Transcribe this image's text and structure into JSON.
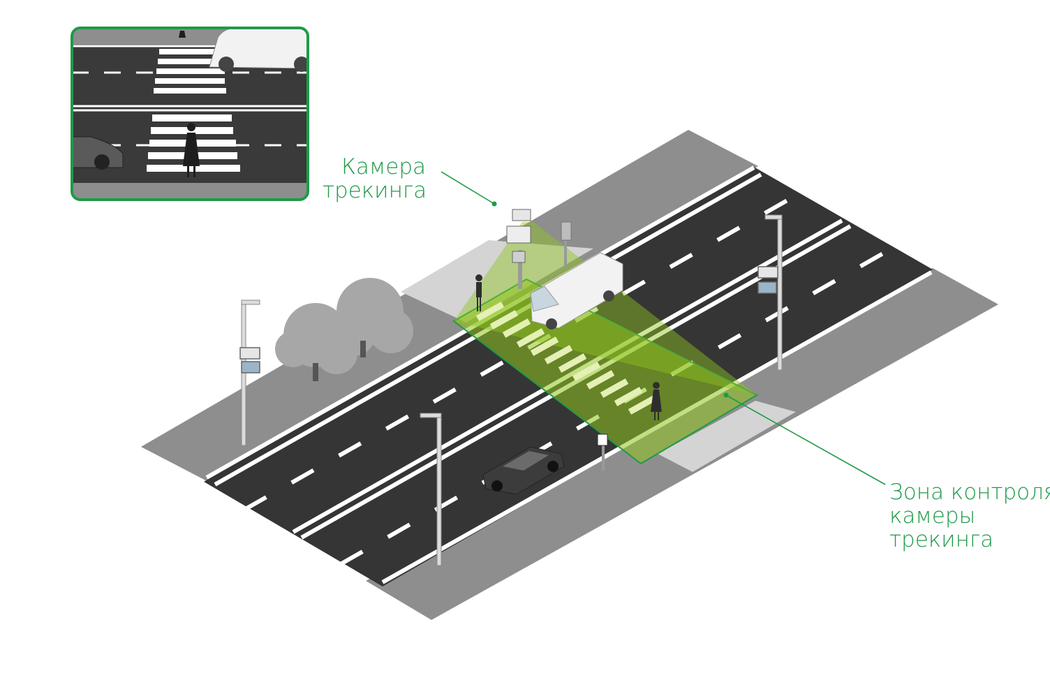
{
  "labels": {
    "camera": [
      "Камера",
      "трекинга"
    ],
    "zone": [
      "Зона контроля",
      "камеры",
      "трекинга"
    ]
  },
  "colors": {
    "accent": "#1f9a48",
    "zone_fill": "#8fc51e",
    "asphalt": "#363636",
    "sidewalk": "#8a8a8a",
    "sidewalk_light": "#d6d6d6",
    "marking": "#ffffff",
    "tree": "#a8a8a8"
  },
  "icons": [
    "camera-icon",
    "tree-icon",
    "car-icon",
    "van-icon",
    "pedestrian-icon",
    "street-lamp-icon",
    "road-sign-icon"
  ]
}
